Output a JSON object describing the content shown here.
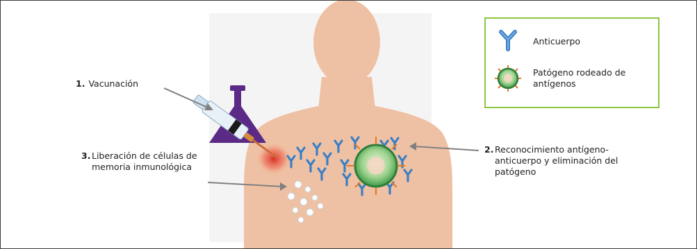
{
  "labels": {
    "step1": {
      "number": "1.",
      "text": "Vacunación"
    },
    "step2": {
      "number": "2.",
      "text": "Reconocimiento antígeno-anticuerpo y eliminación del patógeno"
    },
    "step3": {
      "number": "3.",
      "text": "Liberación de células de memoria inmunológica"
    }
  },
  "legend": {
    "antibody": "Anticuerpo",
    "pathogen": "Patógeno rodeado de antígenos"
  },
  "colors": {
    "skin": "#efc1a4",
    "flask": "#5b2a86",
    "antibody": "#3a7fc4",
    "pathogen": "#3d9a49",
    "legend_border": "#8cc63f",
    "injection_site": "#e03a2e"
  }
}
